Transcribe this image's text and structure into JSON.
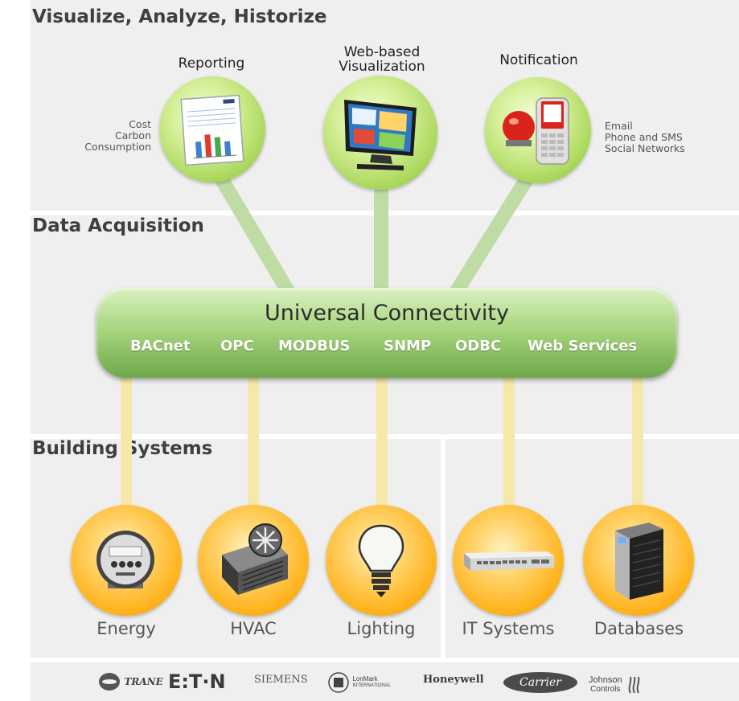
{
  "sections": {
    "visualize": "Visualize, Analyze, Historize",
    "acquisition": "Data Acquisition",
    "building": "Building Systems"
  },
  "top_nodes": [
    {
      "label_line1": "Reporting",
      "label_line2": "",
      "icon": "report-chart-icon"
    },
    {
      "label_line1": "Web-based",
      "label_line2": "Visualization",
      "icon": "monitor-icon"
    },
    {
      "label_line1": "Notification",
      "label_line2": "",
      "icon": "alarm-phone-icon"
    }
  ],
  "reporting_notes": [
    "Cost",
    "Carbon",
    "Consumption"
  ],
  "notification_notes": [
    "Email",
    "Phone and SMS",
    "Social Networks"
  ],
  "hub": {
    "title": "Universal Connectivity",
    "protocols": [
      "BACnet",
      "OPC",
      "MODBUS",
      "SNMP",
      "ODBC",
      "Web Services"
    ]
  },
  "bottom_nodes": [
    {
      "label": "Energy",
      "icon": "meter-icon"
    },
    {
      "label": "HVAC",
      "icon": "hvac-unit-icon"
    },
    {
      "label": "Lighting",
      "icon": "light-bulb-icon"
    },
    {
      "label": "IT Systems",
      "icon": "network-switch-icon"
    },
    {
      "label": "Databases",
      "icon": "server-icon"
    }
  ],
  "vendor_logos": {
    "trane": "TRANE",
    "eaton": "E:T·N",
    "siemens": "SIEMENS",
    "lonmark_line1": "LonMark",
    "lonmark_line2": "INTERNATIONAL",
    "honeywell": "Honeywell",
    "carrier": "Carrier",
    "johnson_line1": "Johnson",
    "johnson_line2": "Controls"
  },
  "colors": {
    "panel": "#efefef",
    "green_link": "#bfdca5",
    "yellow_link": "#f6e8a8",
    "hub_green": "#8fc46a",
    "orange": "#ffb21b"
  }
}
